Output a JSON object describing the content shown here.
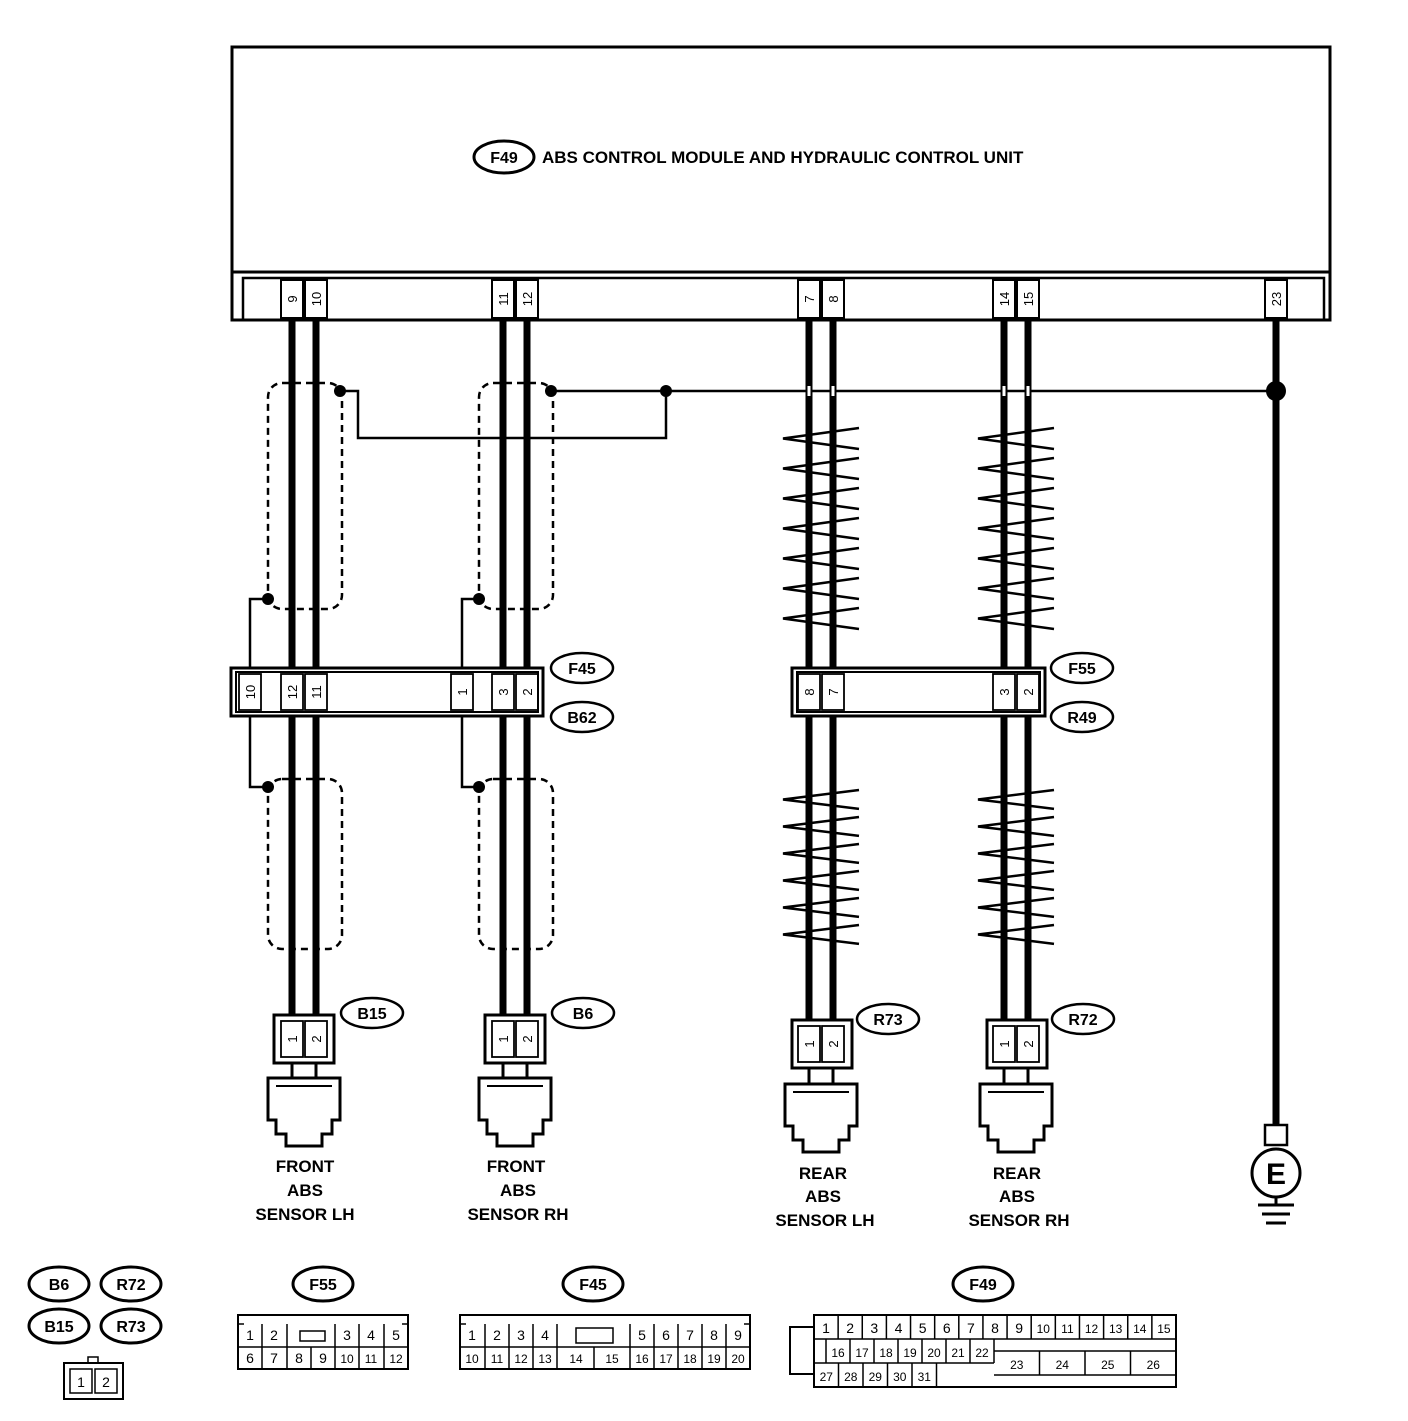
{
  "module": {
    "tag": "F49",
    "title": "ABS CONTROL MODULE AND HYDRAULIC  CONTROL UNIT",
    "pins": [
      "9",
      "10",
      "11",
      "12",
      "7",
      "8",
      "14",
      "15",
      "23"
    ]
  },
  "inline_connectors": {
    "front": {
      "tag_top": "F45",
      "tag_bottom": "B62",
      "pins": [
        "10",
        "12",
        "11",
        "1",
        "3",
        "2"
      ]
    },
    "rear": {
      "tag_top": "F55",
      "tag_bottom": "R49",
      "pins": [
        "8",
        "7",
        "3",
        "2"
      ]
    }
  },
  "sensors": [
    {
      "tag": "B15",
      "pins": [
        "1",
        "2"
      ],
      "label": [
        "FRONT",
        "ABS",
        "SENSOR LH"
      ]
    },
    {
      "tag": "B6",
      "pins": [
        "1",
        "2"
      ],
      "label": [
        "FRONT",
        "ABS",
        "SENSOR RH"
      ]
    },
    {
      "tag": "R73",
      "pins": [
        "1",
        "2"
      ],
      "label": [
        "REAR",
        "ABS",
        "SENSOR LH"
      ]
    },
    {
      "tag": "R72",
      "pins": [
        "1",
        "2"
      ],
      "label": [
        "REAR",
        "ABS",
        "SENSOR RH"
      ]
    }
  ],
  "ground": {
    "label": "E"
  },
  "legend": {
    "small": {
      "tags": [
        "B6",
        "R72",
        "B15",
        "R73"
      ],
      "pins": [
        "1",
        "2"
      ]
    },
    "f55": {
      "tag": "F55",
      "row1": [
        "1",
        "2",
        "3",
        "4",
        "5"
      ],
      "row2": [
        "6",
        "7",
        "8",
        "9",
        "10",
        "11",
        "12"
      ]
    },
    "f45": {
      "tag": "F45",
      "row1": [
        "1",
        "2",
        "3",
        "4",
        "5",
        "6",
        "7",
        "8",
        "9"
      ],
      "row2": [
        "10",
        "11",
        "12",
        "13",
        "14",
        "15",
        "16",
        "17",
        "18",
        "19",
        "20"
      ]
    },
    "f49": {
      "tag": "F49",
      "row1": [
        "1",
        "2",
        "3",
        "4",
        "5",
        "6",
        "7",
        "8",
        "9",
        "10",
        "11",
        "12",
        "13",
        "14",
        "15"
      ],
      "row2": [
        "16",
        "17",
        "18",
        "19",
        "20",
        "21",
        "22"
      ],
      "row2b": [
        "23",
        "24",
        "25",
        "26"
      ],
      "row3": [
        "27",
        "28",
        "29",
        "30",
        "31"
      ]
    }
  }
}
